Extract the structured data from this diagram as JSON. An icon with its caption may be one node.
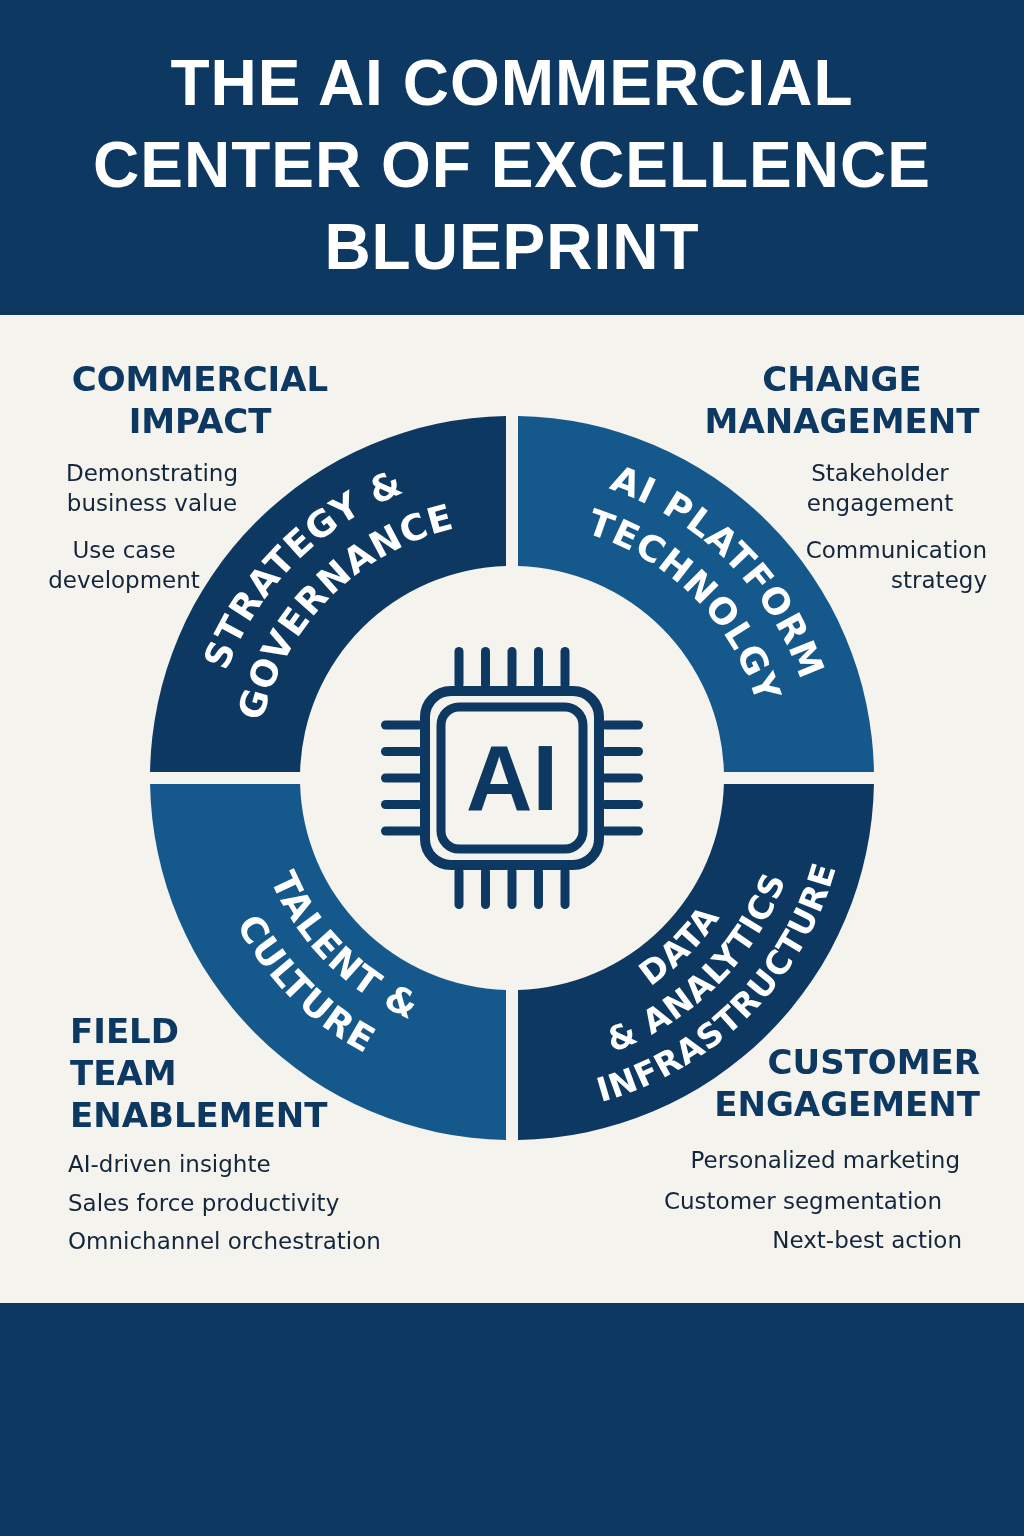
{
  "diagram": {
    "title": "THE AI COMMERCIAL CENTER OF EXCELLENCE BLUEPRINT",
    "nodes": [
      {
        "text": [
          "STRATEGY & GOVERNANCE"
        ]
      },
      {
        "text": [
          "AI PLATFORM TECHNOLGY"
        ]
      },
      {
        "text": [
          "TALENT & CULTURE"
        ]
      },
      {
        "text": [
          "DATA & ANALYTICS INFRASTRUCTURE"
        ]
      },
      {
        "text": [
          "AI"
        ]
      }
    ],
    "edges": [],
    "labels": [
      "COMMERCIAL IMPACT",
      "Demonstrating business value",
      "Use case development",
      "CHANGE MANAGEMENT",
      "Stakeholder engagement",
      "Communication strategy",
      "FIELD TEAM ENABLEMENT",
      "AI-driven insighte",
      "Sales force productivity",
      "Omnichannel orchestration",
      "CUSTOMER ENGAGEMENT",
      "Personalized marketing",
      "Customer segmentation",
      "Next-best action"
    ]
  }
}
